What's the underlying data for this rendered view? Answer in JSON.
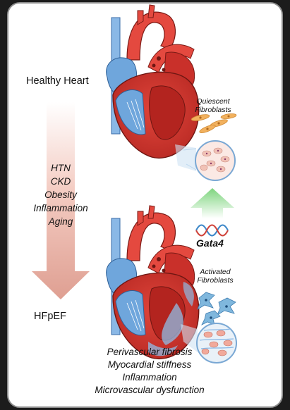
{
  "labels": {
    "healthy_heart": "Healthy Heart",
    "hfpef": "HFpEF",
    "quiescent_fibroblasts": [
      "Quiescent",
      "Fibroblasts"
    ],
    "activated_fibroblasts": [
      "Activated",
      "Fibroblasts"
    ],
    "gata4": "Gata4"
  },
  "risk_factors": [
    "HTN",
    "CKD",
    "Obesity",
    "Inflammation",
    "Aging"
  ],
  "outcomes": [
    "Perivascular fibrosis",
    "Myocardial stiffness",
    "Inflammation",
    "Microvascular dysfunction"
  ],
  "colors": {
    "progression_arrow": "#dd9a8c",
    "gata4_arrow": "#7ed47e",
    "heart_red": "#d8362f",
    "heart_blue": "#6fa6dc",
    "quiescent_cell": "#f2b15e",
    "activated_cell": "#7fb7dd"
  }
}
